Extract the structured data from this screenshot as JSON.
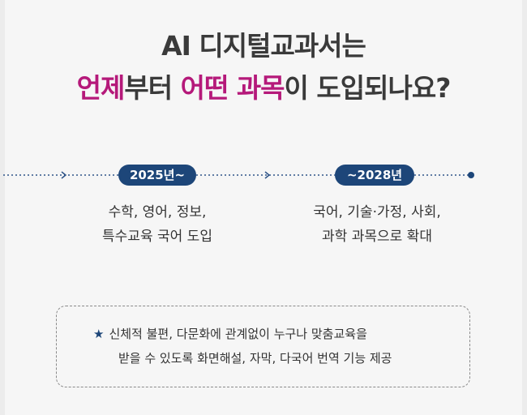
{
  "heading": {
    "line1": "AI 디지털교과서는",
    "line2_highlight_a": "언제",
    "line2_mid": "부터 ",
    "line2_highlight_b": "어떤 과목",
    "line2_end": "이 도입되나요?"
  },
  "timeline": {
    "stage1": {
      "label": "2025년~",
      "desc_line1": "수학, 영어, 정보,",
      "desc_line2": "특수교육 국어 도입"
    },
    "stage2": {
      "label": "~2028년",
      "desc_line1": "국어, 기술·가정, 사회,",
      "desc_line2": "과학 과목으로 확대"
    }
  },
  "note": {
    "icon": "star-icon",
    "line1": "신체적 불편, 다문화에 관계없이 누구나 맞춤교육을",
    "line2": "받을 수 있도록 화면해설, 자막, 다국어 번역 기능 제공"
  },
  "colors": {
    "highlight": "#b5197a",
    "navy": "#1d4679",
    "text": "#3a3a3a",
    "background": "#f6f6f6"
  }
}
